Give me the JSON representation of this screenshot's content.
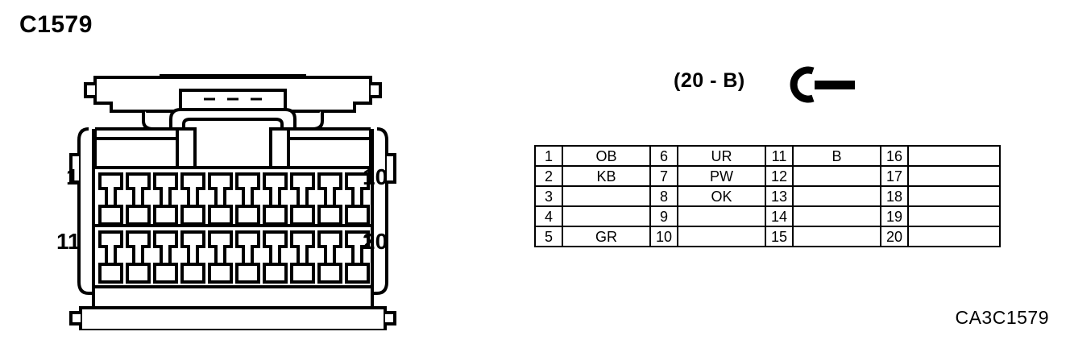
{
  "title": "C1579",
  "footer_code": "CA3C1579",
  "colors": {
    "ink": "#000000",
    "background": "#ffffff"
  },
  "connector": {
    "name": "connector-face-view",
    "rows": 2,
    "cavities_per_row": 10,
    "row_labels": {
      "top_left": "1",
      "top_right": "10",
      "bottom_left": "11",
      "bottom_right": "20"
    },
    "code_label": "(20 - B)",
    "symbol_name": "connector-hook-symbol"
  },
  "pin_table": {
    "columns": 4,
    "rows": 5,
    "cells": [
      [
        {
          "pin": "1",
          "circuit": "OB"
        },
        {
          "pin": "6",
          "circuit": "UR"
        },
        {
          "pin": "11",
          "circuit": "B"
        },
        {
          "pin": "16",
          "circuit": ""
        }
      ],
      [
        {
          "pin": "2",
          "circuit": "KB"
        },
        {
          "pin": "7",
          "circuit": "PW"
        },
        {
          "pin": "12",
          "circuit": ""
        },
        {
          "pin": "17",
          "circuit": ""
        }
      ],
      [
        {
          "pin": "3",
          "circuit": ""
        },
        {
          "pin": "8",
          "circuit": "OK"
        },
        {
          "pin": "13",
          "circuit": ""
        },
        {
          "pin": "18",
          "circuit": ""
        }
      ],
      [
        {
          "pin": "4",
          "circuit": ""
        },
        {
          "pin": "9",
          "circuit": ""
        },
        {
          "pin": "14",
          "circuit": ""
        },
        {
          "pin": "19",
          "circuit": ""
        }
      ],
      [
        {
          "pin": "5",
          "circuit": "GR"
        },
        {
          "pin": "10",
          "circuit": ""
        },
        {
          "pin": "15",
          "circuit": ""
        },
        {
          "pin": "20",
          "circuit": ""
        }
      ]
    ]
  }
}
